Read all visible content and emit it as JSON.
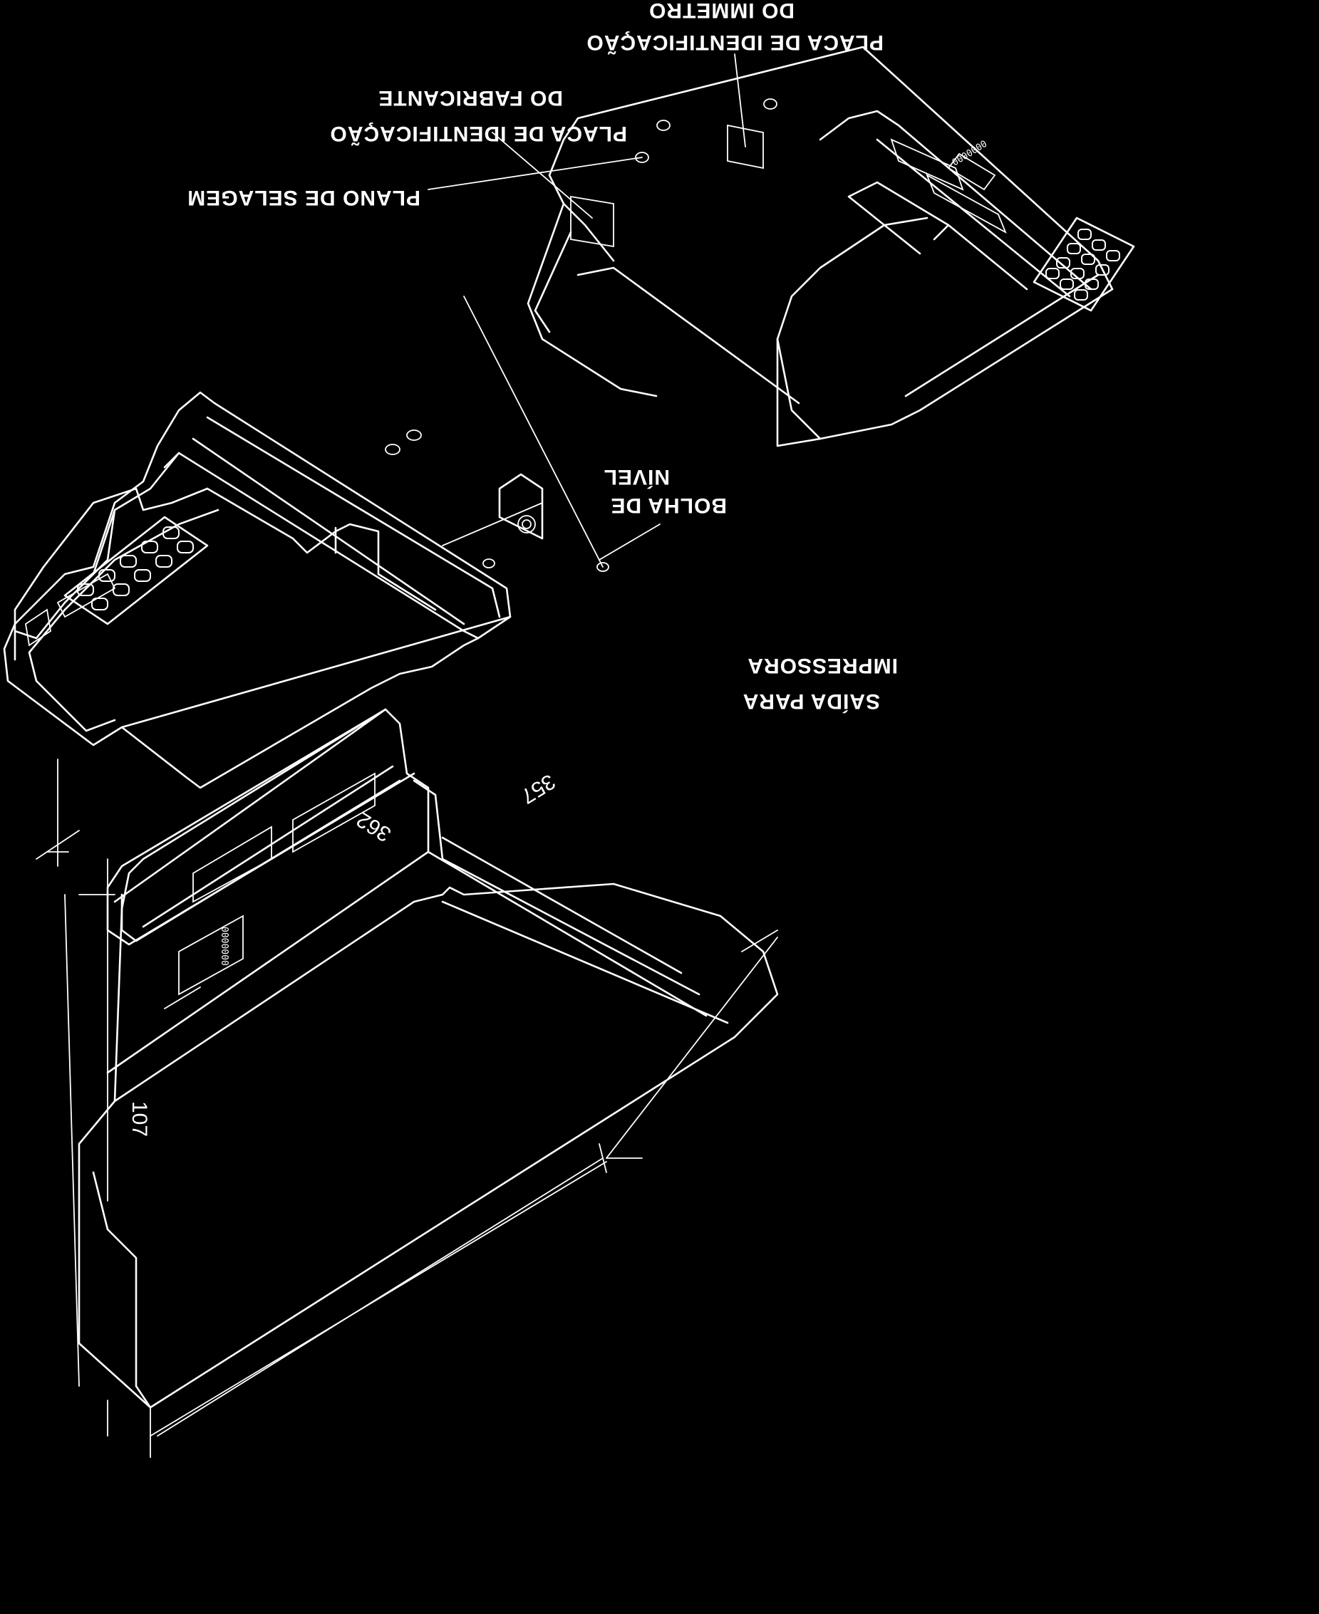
{
  "labels": {
    "plano_selagem": "PLANO DE SELAGEM",
    "placa_fabricante_l1": "PLACA DE IDENTIFICAÇÃO",
    "placa_fabricante_l2": "DO FABRICANTE",
    "placa_inmetro_l1": "PLACA DE IDENTIFICAÇÃO",
    "placa_inmetro_l2": "DO IMMETRO",
    "bolha_l1": "BOLHA DE",
    "bolha_l2": "NÍVEL",
    "saida_l1": "SAÍDA PARA",
    "saida_l2": "IMPRESSORA"
  },
  "dimensions": {
    "height": "107",
    "width": "357",
    "depth": "362"
  },
  "display_digits": "0000000",
  "colors": {
    "background": "#000000",
    "line": "#ffffff"
  }
}
